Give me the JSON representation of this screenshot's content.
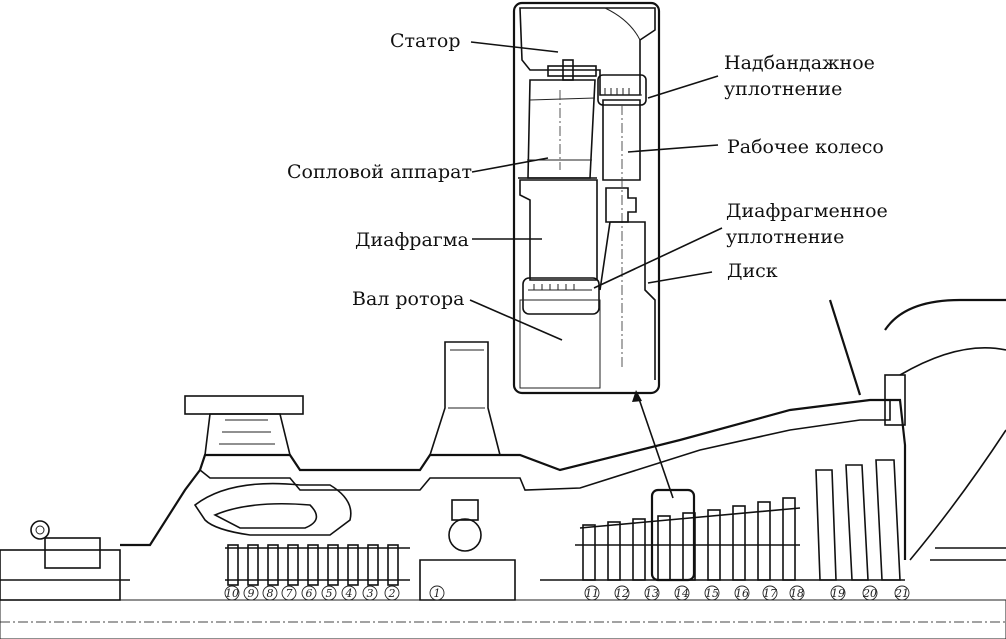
{
  "labels": {
    "stator": "Статор",
    "shroud_seal_1": "Надбандажное",
    "shroud_seal_2": "уплотнение",
    "nozzle": "Сопловой аппарат",
    "rotor_wheel": "Рабочее колесо",
    "diaphragm": "Диафрагма",
    "diaphragm_seal_1": "Диафрагменное",
    "diaphragm_seal_2": "уплотнение",
    "disk": "Диск",
    "rotor_shaft": "Вал ротора"
  },
  "stage_numbers": [
    "10",
    "9",
    "8",
    "7",
    "6",
    "5",
    "4",
    "3",
    "2",
    "1",
    "11",
    "12",
    "13",
    "14",
    "15",
    "16",
    "17",
    "18",
    "19",
    "20",
    "21"
  ]
}
